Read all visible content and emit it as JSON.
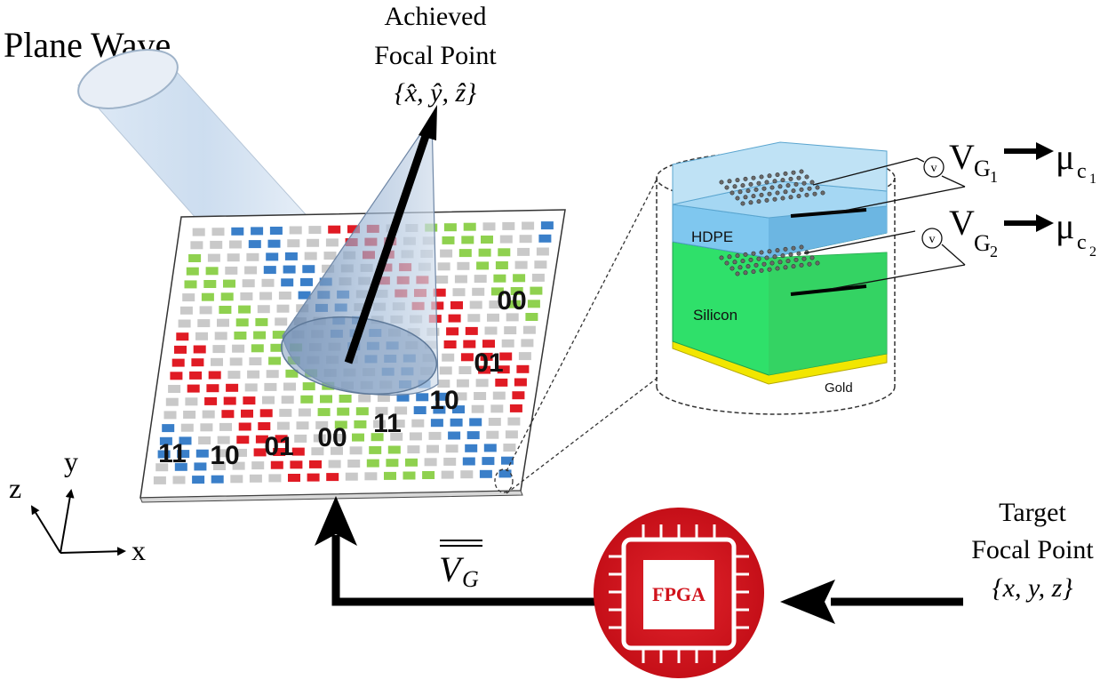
{
  "title_plane_wave": "Plane Wave",
  "achieved": {
    "line1": "Achieved",
    "line2": "Focal Point",
    "coords": "{x̂, ŷ, ẑ}"
  },
  "target": {
    "line1": "Target",
    "line2": "Focal Point",
    "coords": "{x, y, z}"
  },
  "fpga_label": "FPGA",
  "vg_label": "V",
  "vg_sub": "G",
  "axes": {
    "x": "x",
    "y": "y",
    "z": "z"
  },
  "states": {
    "s00": "00",
    "s01": "01",
    "s10": "10",
    "s11": "11"
  },
  "layers": {
    "hdpe": "HDPE",
    "silicon": "Silicon",
    "gold": "Gold"
  },
  "voltage_symbol": "v",
  "gates": {
    "g1_v": "V",
    "g1_sub": "G",
    "g1_idx": "1",
    "g1_mu": "μ",
    "g1_mu_sub": "c",
    "g1_mu_idx": "1",
    "g2_v": "V",
    "g2_sub": "G",
    "g2_idx": "2",
    "g2_mu": "μ",
    "g2_mu_sub": "c",
    "g2_mu_idx": "2"
  },
  "colors": {
    "state_00": "#e01b24",
    "state_01": "#3a7fc9",
    "state_10": "#c9c9c9",
    "state_11": "#8fd14f",
    "fpga_red": "#d0121b",
    "hdpe": "#7fc7ef",
    "silicon": "#2fe06a",
    "gold": "#f2e600"
  }
}
